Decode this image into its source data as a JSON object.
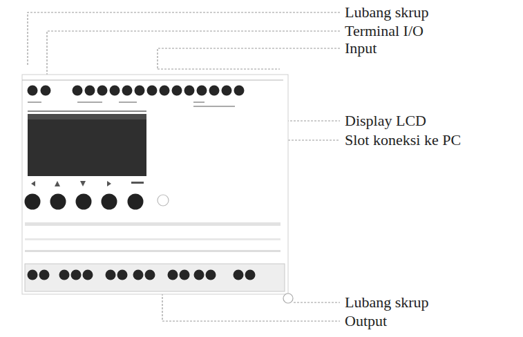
{
  "diagram": {
    "labels": [
      "Lubang skrup",
      "Terminal I/O",
      "Input",
      "Display LCD",
      "Slot koneksi ke PC",
      "Lubang skrup",
      "Output"
    ]
  }
}
